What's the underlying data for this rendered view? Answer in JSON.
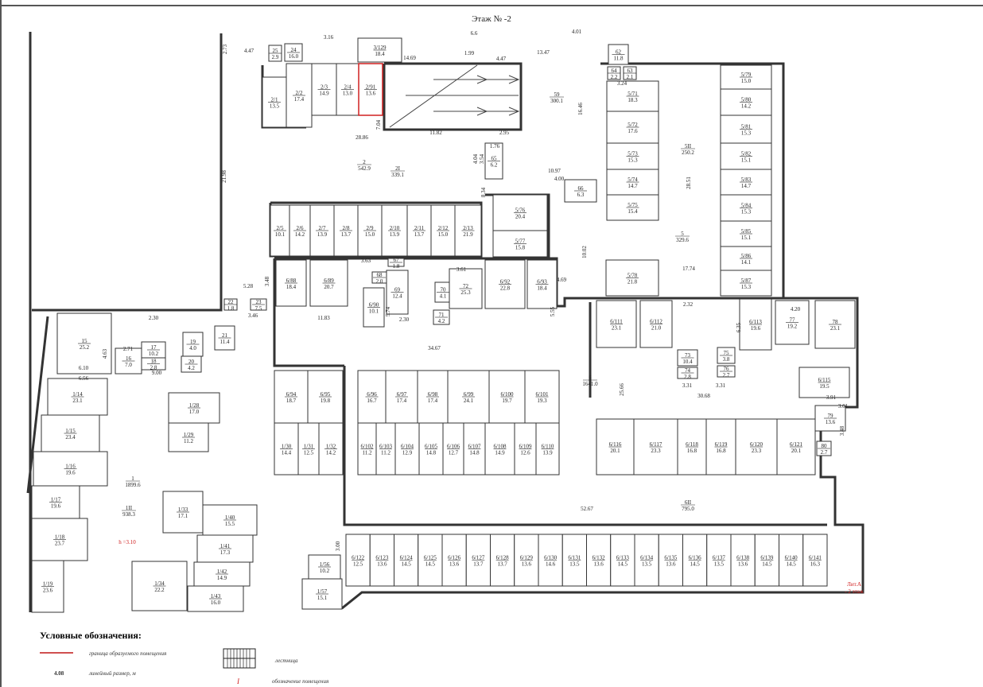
{
  "header": {
    "floor_title": "Этаж № -2"
  },
  "rooms": [
    {
      "id": "2/1",
      "area": "13.5"
    },
    {
      "id": "2/2",
      "area": "17.4"
    },
    {
      "id": "2/3",
      "area": "14.9"
    },
    {
      "id": "2/4",
      "area": "13.0"
    },
    {
      "id": "2/91",
      "area": "13.6",
      "highlight": true
    },
    {
      "id": "3/129",
      "area": "18.4"
    },
    {
      "id": "24",
      "area": "16.0"
    },
    {
      "id": "25",
      "area": "2.9"
    },
    {
      "id": "65",
      "area": "6.2"
    },
    {
      "id": "62",
      "area": "11.8"
    },
    {
      "id": "64",
      "area": "2.2"
    },
    {
      "id": "63",
      "area": "2.1"
    },
    {
      "id": "66",
      "area": "6.3"
    },
    {
      "id": "5/71",
      "area": "18.3"
    },
    {
      "id": "5/72",
      "area": "17.6"
    },
    {
      "id": "5/73",
      "area": "15.3"
    },
    {
      "id": "5/74",
      "area": "14.7"
    },
    {
      "id": "5/75",
      "area": "15.4"
    },
    {
      "id": "5/79",
      "area": "15.0"
    },
    {
      "id": "5/80",
      "area": "14.2"
    },
    {
      "id": "5/81",
      "area": "15.3"
    },
    {
      "id": "5/82",
      "area": "15.1"
    },
    {
      "id": "5/83",
      "area": "14.7"
    },
    {
      "id": "5/84",
      "area": "15.3"
    },
    {
      "id": "5/85",
      "area": "15.1"
    },
    {
      "id": "5/86",
      "area": "14.1"
    },
    {
      "id": "5/87",
      "area": "15.3"
    },
    {
      "id": "5/78",
      "area": "21.8"
    },
    {
      "id": "5/76",
      "area": "20.4"
    },
    {
      "id": "5/77",
      "area": "15.8"
    },
    {
      "id": "2/5",
      "area": "10.1"
    },
    {
      "id": "2/6",
      "area": "14.2"
    },
    {
      "id": "2/7",
      "area": "13.9"
    },
    {
      "id": "2/8",
      "area": "13.7"
    },
    {
      "id": "2/9",
      "area": "15.0"
    },
    {
      "id": "2/10",
      "area": "13.9"
    },
    {
      "id": "2/11",
      "area": "13.7"
    },
    {
      "id": "2/12",
      "area": "15.0"
    },
    {
      "id": "2/13",
      "area": "21.9"
    },
    {
      "id": "6/88",
      "area": "18.4"
    },
    {
      "id": "6/89",
      "area": "20.7"
    },
    {
      "id": "6/90",
      "area": "10.1"
    },
    {
      "id": "68",
      "area": "2.0"
    },
    {
      "id": "69",
      "area": "12.4"
    },
    {
      "id": "67",
      "area": "1.8"
    },
    {
      "id": "70",
      "area": "4.1"
    },
    {
      "id": "72",
      "area": "25.3"
    },
    {
      "id": "71",
      "area": "4.2"
    },
    {
      "id": "6/92",
      "area": "22.8"
    },
    {
      "id": "6/93",
      "area": "18.4"
    },
    {
      "id": "22",
      "area": "1.8"
    },
    {
      "id": "23",
      "area": "7.5"
    },
    {
      "id": "21",
      "area": "11.4"
    },
    {
      "id": "15",
      "area": "25.2"
    },
    {
      "id": "16",
      "area": "7.0"
    },
    {
      "id": "17",
      "area": "10.2"
    },
    {
      "id": "18",
      "area": "2.8"
    },
    {
      "id": "19",
      "area": "4.0"
    },
    {
      "id": "20",
      "area": "4.2"
    },
    {
      "id": "1/14",
      "area": "23.1"
    },
    {
      "id": "1/15",
      "area": "23.4"
    },
    {
      "id": "1/16",
      "area": "19.6"
    },
    {
      "id": "1/17",
      "area": "19.6"
    },
    {
      "id": "1/18",
      "area": "23.7"
    },
    {
      "id": "1/19",
      "area": "23.6"
    },
    {
      "id": "1/28",
      "area": "17.0"
    },
    {
      "id": "1/29",
      "area": "11.2"
    },
    {
      "id": "1/33",
      "area": "17.1"
    },
    {
      "id": "1/34",
      "area": "22.2"
    },
    {
      "id": "1/40",
      "area": "15.5"
    },
    {
      "id": "1/41",
      "area": "17.3"
    },
    {
      "id": "1/42",
      "area": "14.9"
    },
    {
      "id": "1/43",
      "area": "16.0"
    },
    {
      "id": "1/30",
      "area": "14.4"
    },
    {
      "id": "1/31",
      "area": "12.5"
    },
    {
      "id": "1/32",
      "area": "14.2"
    },
    {
      "id": "6/94",
      "area": "18.7"
    },
    {
      "id": "6/95",
      "area": "19.8"
    },
    {
      "id": "6/96",
      "area": "16.7"
    },
    {
      "id": "6/97",
      "area": "17.4"
    },
    {
      "id": "6/98",
      "area": "17.4"
    },
    {
      "id": "6/99",
      "area": "24.1"
    },
    {
      "id": "6/100",
      "area": "19.7"
    },
    {
      "id": "6/101",
      "area": "19.3"
    },
    {
      "id": "6/102",
      "area": "11.2"
    },
    {
      "id": "6/103",
      "area": "11.2"
    },
    {
      "id": "6/104",
      "area": "12.9"
    },
    {
      "id": "6/105",
      "area": "14.8"
    },
    {
      "id": "6/106",
      "area": "12.7"
    },
    {
      "id": "6/107",
      "area": "14.8"
    },
    {
      "id": "6/108",
      "area": "14.9"
    },
    {
      "id": "6/109",
      "area": "12.6"
    },
    {
      "id": "6/110",
      "area": "13.9"
    },
    {
      "id": "6/111",
      "area": "23.1"
    },
    {
      "id": "6/112",
      "area": "21.0"
    },
    {
      "id": "73",
      "area": "10.4"
    },
    {
      "id": "74",
      "area": "2.8"
    },
    {
      "id": "75",
      "area": "3.8"
    },
    {
      "id": "76",
      "area": "2.7"
    },
    {
      "id": "6/113",
      "area": "19.6"
    },
    {
      "id": "77",
      "area": "19.2"
    },
    {
      "id": "78",
      "area": "23.1"
    },
    {
      "id": "6/115",
      "area": "19.5"
    },
    {
      "id": "79",
      "area": "13.6"
    },
    {
      "id": "80",
      "area": "2.7"
    },
    {
      "id": "6/116",
      "area": "20.1"
    },
    {
      "id": "6/117",
      "area": "23.3"
    },
    {
      "id": "6/118",
      "area": "16.8"
    },
    {
      "id": "6/119",
      "area": "16.8"
    },
    {
      "id": "6/120",
      "area": "23.3"
    },
    {
      "id": "6/121",
      "area": "20.1"
    },
    {
      "id": "6/122",
      "area": "12.5"
    },
    {
      "id": "6/123",
      "area": "13.6"
    },
    {
      "id": "6/124",
      "area": "14.5"
    },
    {
      "id": "6/125",
      "area": "14.5"
    },
    {
      "id": "6/126",
      "area": "13.6"
    },
    {
      "id": "6/127",
      "area": "13.7"
    },
    {
      "id": "6/128",
      "area": "13.7"
    },
    {
      "id": "6/129",
      "area": "13.6"
    },
    {
      "id": "6/130",
      "area": "14.6"
    },
    {
      "id": "6/131",
      "area": "13.5"
    },
    {
      "id": "6/132",
      "area": "13.6"
    },
    {
      "id": "6/133",
      "area": "14.5"
    },
    {
      "id": "6/134",
      "area": "13.5"
    },
    {
      "id": "6/135",
      "area": "13.6"
    },
    {
      "id": "6/136",
      "area": "14.5"
    },
    {
      "id": "6/137",
      "area": "13.5"
    },
    {
      "id": "6/138",
      "area": "13.6"
    },
    {
      "id": "6/139",
      "area": "14.5"
    },
    {
      "id": "6/140",
      "area": "14.5"
    },
    {
      "id": "6/141",
      "area": "16.3"
    },
    {
      "id": "1/56",
      "area": "10.2"
    },
    {
      "id": "1/57",
      "area": "15.1"
    }
  ],
  "zones": [
    {
      "id": "2",
      "area": "542.9"
    },
    {
      "id": "2I",
      "area": "339.1"
    },
    {
      "id": "59",
      "area": "300.1"
    },
    {
      "id": "5II",
      "area": "250.2"
    },
    {
      "id": "5",
      "area": "329.6"
    },
    {
      "id": "6",
      "area": "1641.0"
    },
    {
      "id": "6II",
      "area": "795.0"
    },
    {
      "id": "1",
      "area": "1899.6"
    },
    {
      "id": "1II",
      "area": "938.3"
    }
  ],
  "dimensions": [
    "4.47",
    "2.73",
    "3.16",
    "14.69",
    "1.99",
    "4.47",
    "13.47",
    "4.01",
    "6.6",
    "28.86",
    "11.82",
    "7.04",
    "2.95",
    "1.76",
    "3.54",
    "4.04",
    "21.98",
    "8.34",
    "10.97",
    "16.46",
    "3.24",
    "28.51",
    "17.74",
    "4.00",
    "10.02",
    "4.69",
    "3.63",
    "3.61",
    "11.83",
    "34.67",
    "5.55",
    "3.48",
    "5.28",
    "3.46",
    "2.30",
    "2.71",
    "4.63",
    "6.10",
    "6.56",
    "9.00",
    "2.32",
    "3.31",
    "3.31",
    "6.35",
    "4.20",
    "3.91",
    "3.61",
    "3.48",
    "25.66",
    "30.68",
    "52.67",
    "3.00",
    "5.74",
    "2.30"
  ],
  "annotations": {
    "height": "h =3.10",
    "liter_line1": "Лит.А",
    "liter_line2": "- 2 этаж"
  },
  "legend": {
    "title": "Условные обозначения:",
    "boundary": "граница образуемого помещения",
    "dimension_sample": "4.08",
    "dimension": "линейный размер, м",
    "stairs": "лестница",
    "room_mark_sample": "I",
    "room_mark": "обозначение помещения"
  },
  "colors": {
    "boundary": "#d02020",
    "lines": "#333333"
  }
}
